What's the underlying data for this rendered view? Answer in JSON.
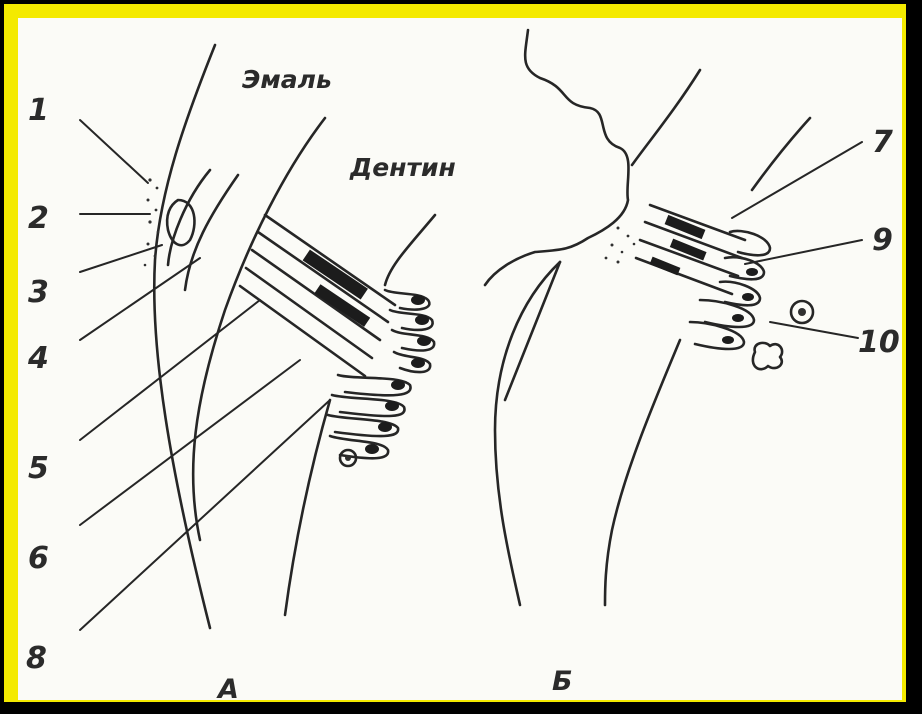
{
  "figure": {
    "tissue_labels": {
      "enamel": "Эмаль",
      "dentin": "Дентин"
    },
    "panel_labels": {
      "a": "А",
      "b": "Б"
    },
    "numbers": [
      "1",
      "2",
      "3",
      "4",
      "5",
      "6",
      "7",
      "8",
      "9",
      "10"
    ],
    "colors": {
      "frame": "#f4ea00",
      "border": "#000000",
      "background": "#fbfbf7",
      "ink": "#262626"
    }
  }
}
